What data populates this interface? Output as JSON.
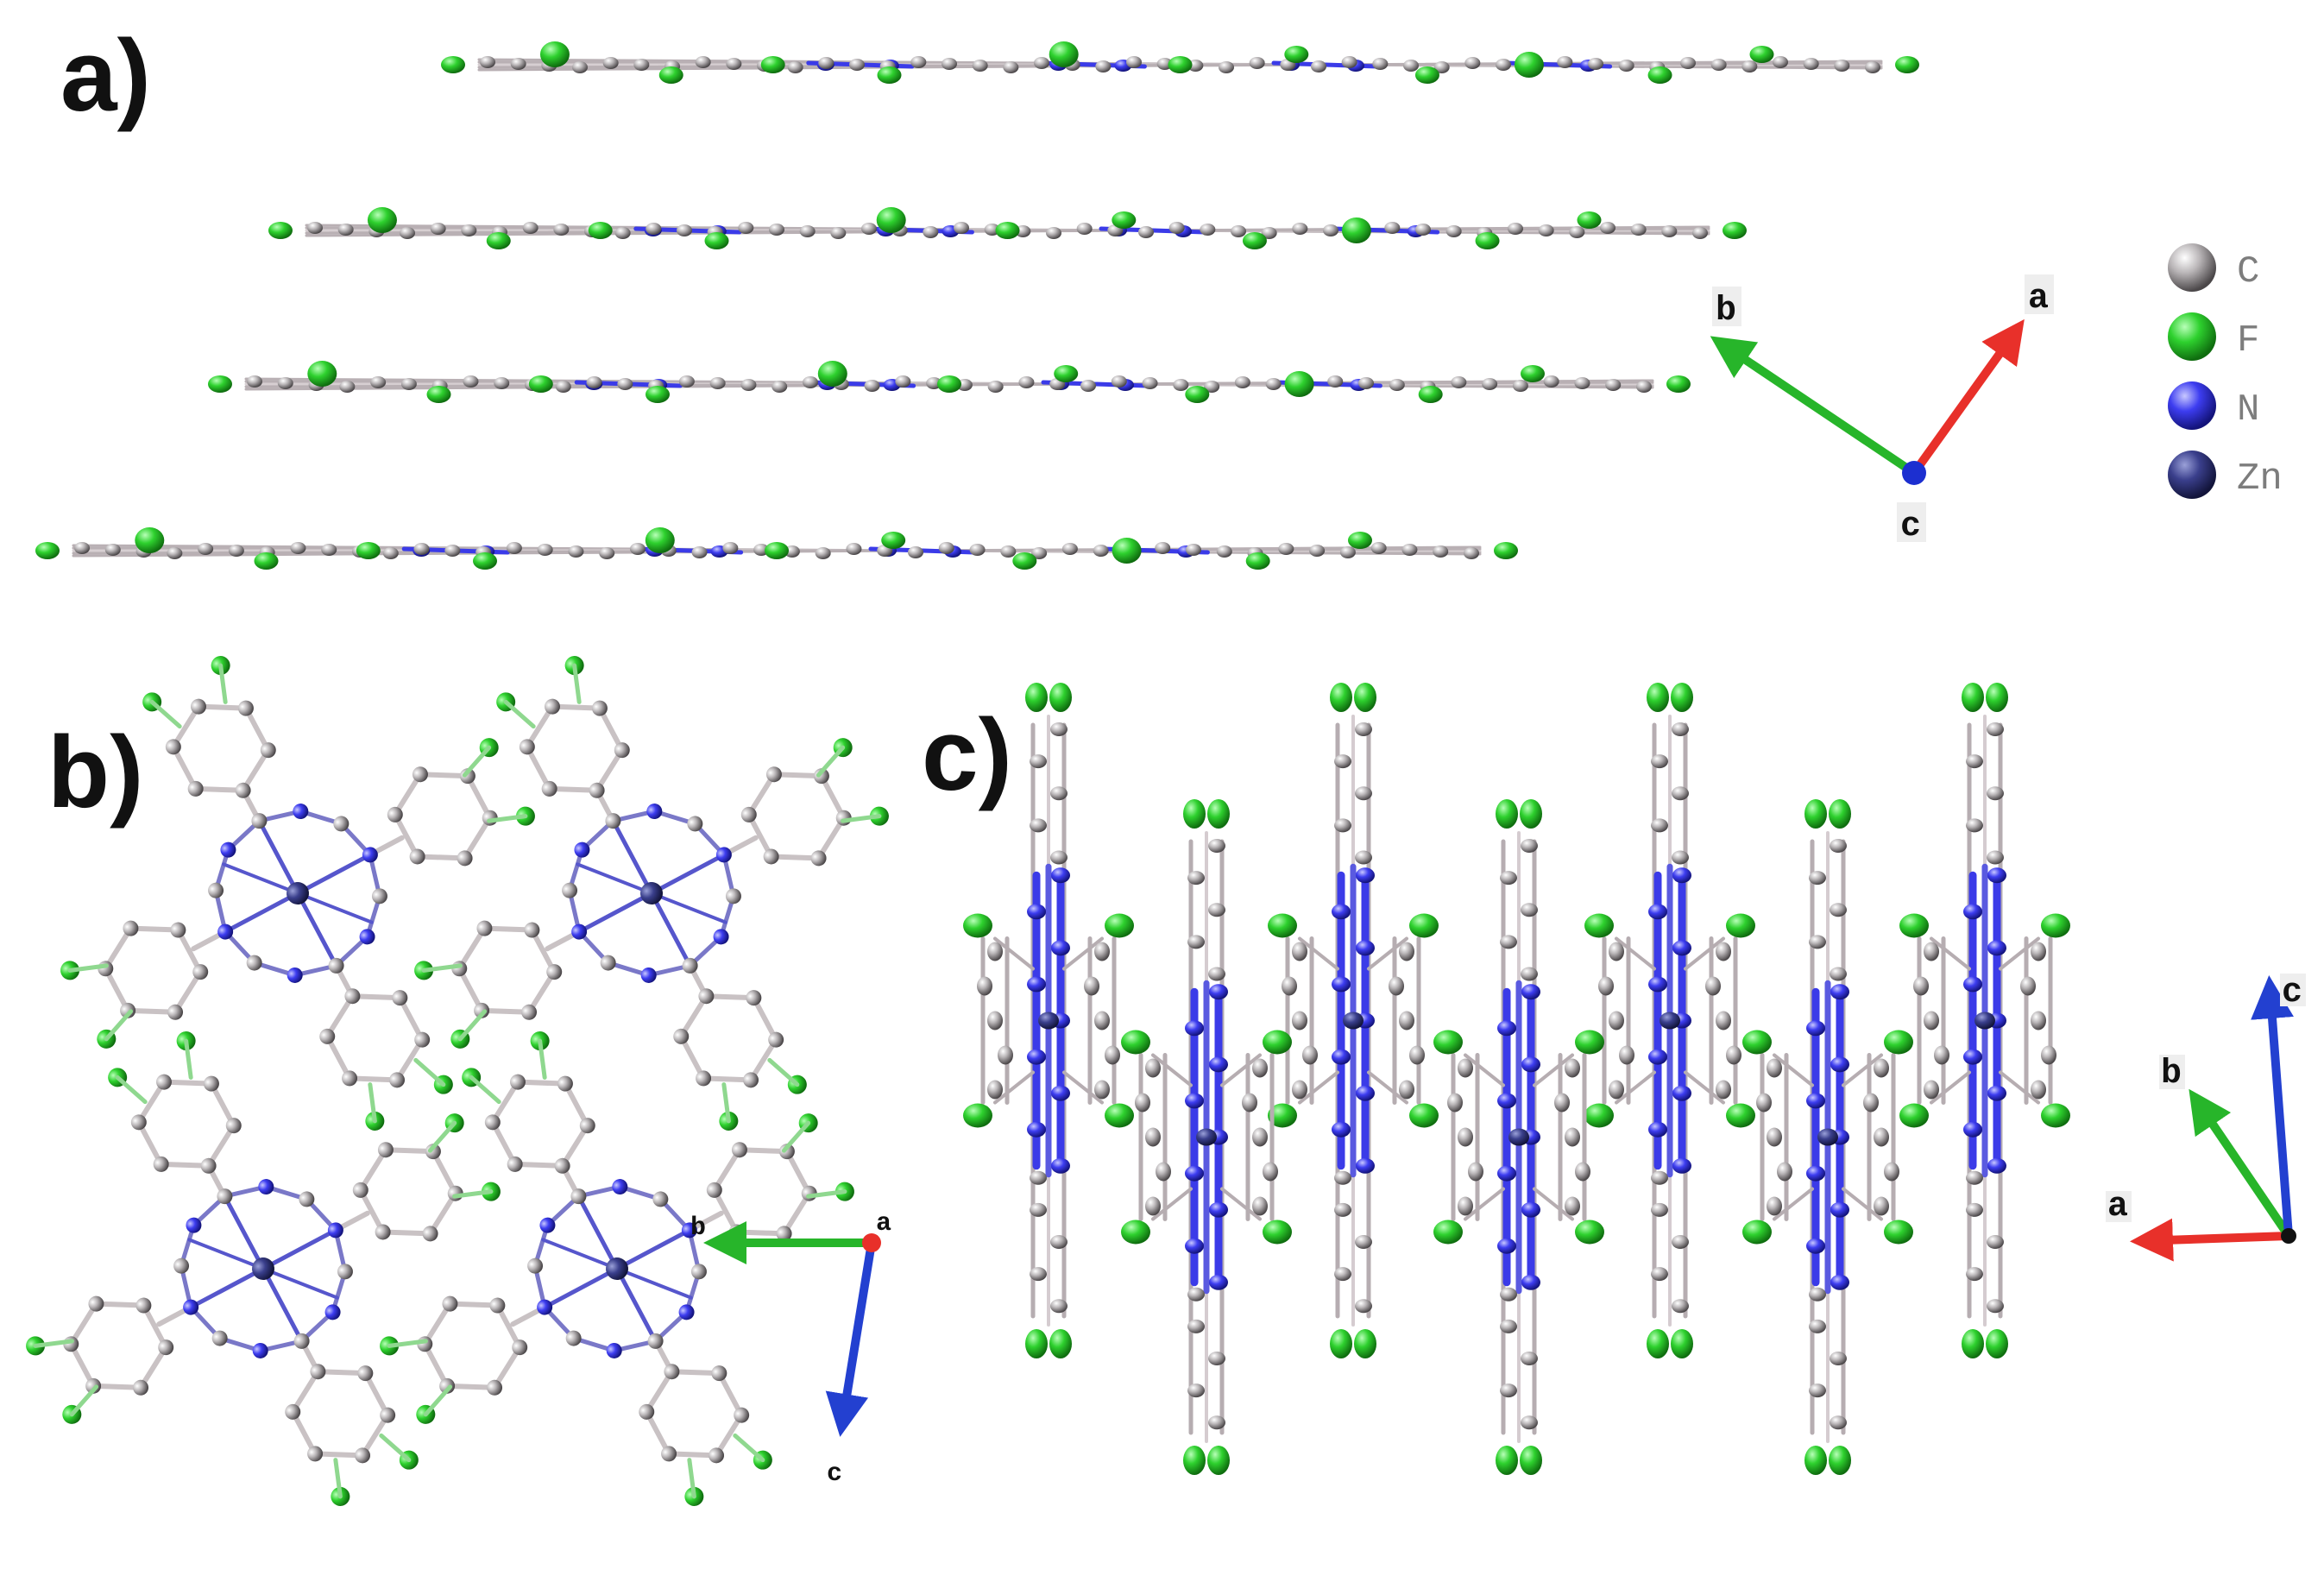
{
  "panels": {
    "a": {
      "label": "a)"
    },
    "b": {
      "label": "b)"
    },
    "c": {
      "label": "c)"
    }
  },
  "axes": {
    "a": {
      "x": "a",
      "y": "b",
      "z": "c"
    },
    "b": {
      "x": "a",
      "y": "b",
      "z": "c"
    },
    "c": {
      "x": "a",
      "y": "b",
      "z": "c"
    }
  },
  "legend": [
    {
      "symbol": "C",
      "color": "#a9a6a8"
    },
    {
      "symbol": "F",
      "color": "#2ed12e"
    },
    {
      "symbol": "N",
      "color": "#3d3df0"
    },
    {
      "symbol": "Zn",
      "color": "#3a3f8c"
    }
  ],
  "colors": {
    "carbon": "#a09b9d",
    "bond": "#c9c2c4",
    "fluorine": "#2fd22f",
    "nitrogen": "#3b3be8",
    "zinc": "#2c2f7a",
    "axis_a": "#e8302a",
    "axis_b": "#27b52a",
    "axis_c": "#2340d0"
  },
  "icons": {
    "axis_arrow": "arrow-icon",
    "atom": "sphere-icon"
  }
}
